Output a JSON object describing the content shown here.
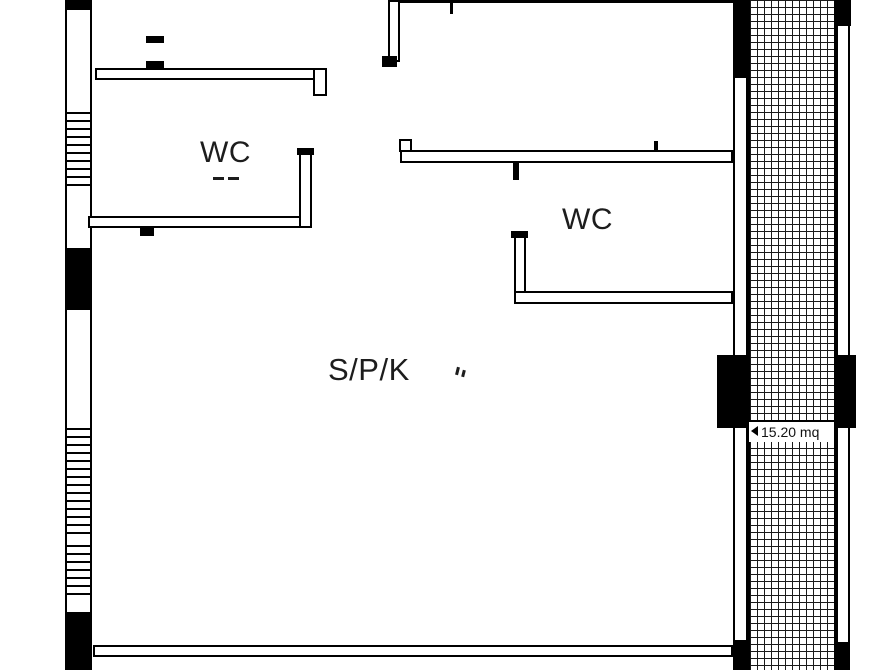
{
  "plan": {
    "type": "floor-plan",
    "rooms": [
      {
        "id": "wc-top-left",
        "label": "WC"
      },
      {
        "id": "wc-right",
        "label": "WC"
      },
      {
        "id": "living-kitchen",
        "label": "S/P/K"
      },
      {
        "id": "balcony",
        "label": "15.20 mq"
      }
    ]
  },
  "colors": {
    "wall": "#000000",
    "background": "#ffffff",
    "text": "#1d1d1d",
    "hatch": "#1a1a1a"
  }
}
